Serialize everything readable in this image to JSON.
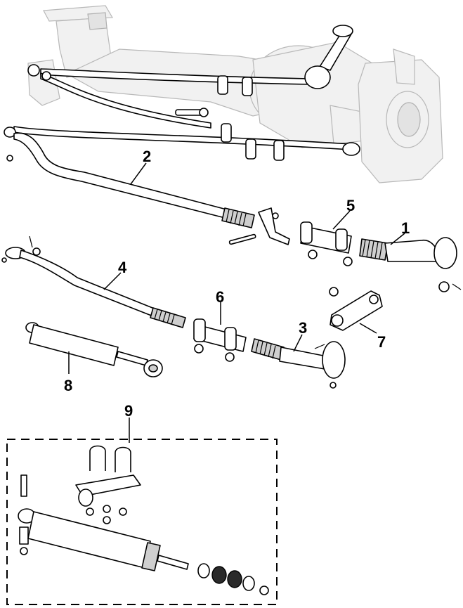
{
  "callouts": [
    {
      "id": "1",
      "label": "1"
    },
    {
      "id": "2",
      "label": "2"
    },
    {
      "id": "3",
      "label": "3"
    },
    {
      "id": "4",
      "label": "4"
    },
    {
      "id": "5",
      "label": "5"
    },
    {
      "id": "6",
      "label": "6"
    },
    {
      "id": "7",
      "label": "7"
    },
    {
      "id": "8",
      "label": "8"
    },
    {
      "id": "9",
      "label": "9"
    }
  ],
  "colors": {
    "line": "#000000",
    "ghost_fill": "#f1f1f1",
    "ghost_stroke": "#b8b8b8",
    "background": "#ffffff"
  }
}
